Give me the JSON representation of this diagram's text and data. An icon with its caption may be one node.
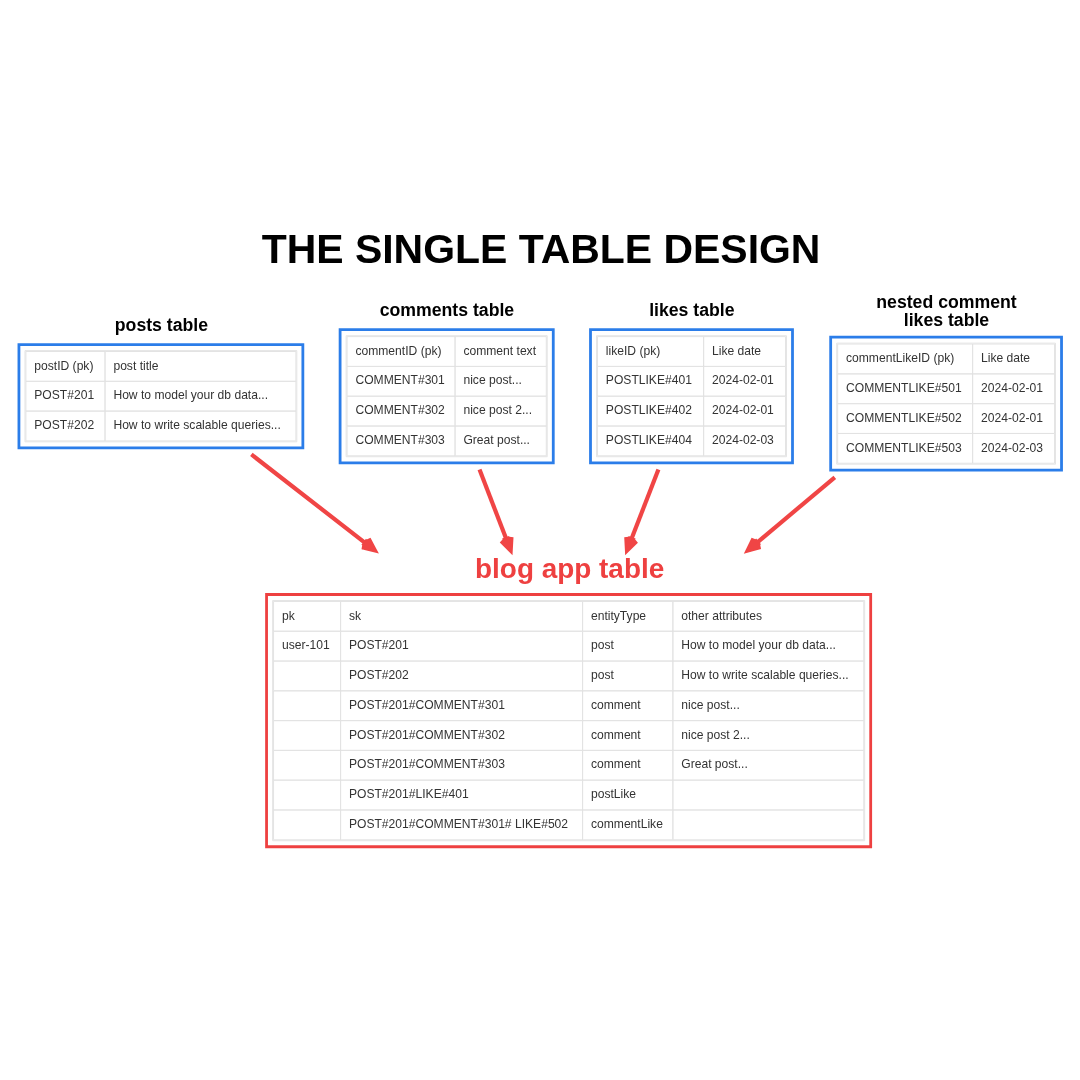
{
  "diagram": {
    "title": "THE SINGLE TABLE DESIGN",
    "nodes": [
      {
        "text": [
          "posts table",
          "postID (pk)",
          "post title",
          "POST#201",
          "How to model your db data...",
          "POST#202",
          "How to write scalable queries..."
        ]
      },
      {
        "text": [
          "comments table",
          "commentID (pk)",
          "comment text",
          "COMMENT#301",
          "nice post...",
          "COMMENT#302",
          "nice post 2...",
          "COMMENT#303",
          "Great post..."
        ]
      },
      {
        "text": [
          "likes table",
          "likeID (pk)",
          "Like date",
          "POSTLIKE#401",
          "2024-02-01",
          "POSTLIKE#402",
          "2024-02-01",
          "POSTLIKE#404",
          "2024-02-03"
        ]
      },
      {
        "text": [
          "nested comment likes table",
          "commentLikeID (pk)",
          "Like date",
          "COMMENTLIKE#501",
          "2024-02-01",
          "COMMENTLIKE#502",
          "2024-02-01",
          "COMMENTLIKE#503",
          "2024-02-03"
        ]
      },
      {
        "text": [
          "blog app table",
          "pk",
          "sk",
          "entityType",
          "other attributes",
          "user-101",
          "POST#201",
          "post",
          "How to model your db data...",
          "POST#202",
          "post",
          "How to write scalable queries...",
          "POST#201#COMMENT#301",
          "comment",
          "nice post...",
          "POST#201#COMMENT#302",
          "comment",
          "nice post 2...",
          "POST#201#COMMENT#303",
          "comment",
          "Great post...",
          "POST#201#LIKE#401",
          "postLike",
          "POST#201#COMMENT#301# LIKE#502",
          "commentLike"
        ]
      }
    ],
    "edges": [
      {
        "from": 0,
        "to": 4,
        "arrow": "to"
      },
      {
        "from": 1,
        "to": 4,
        "arrow": "to"
      },
      {
        "from": 2,
        "to": 4,
        "arrow": "to"
      },
      {
        "from": 3,
        "to": 4,
        "arrow": "to"
      }
    ]
  }
}
